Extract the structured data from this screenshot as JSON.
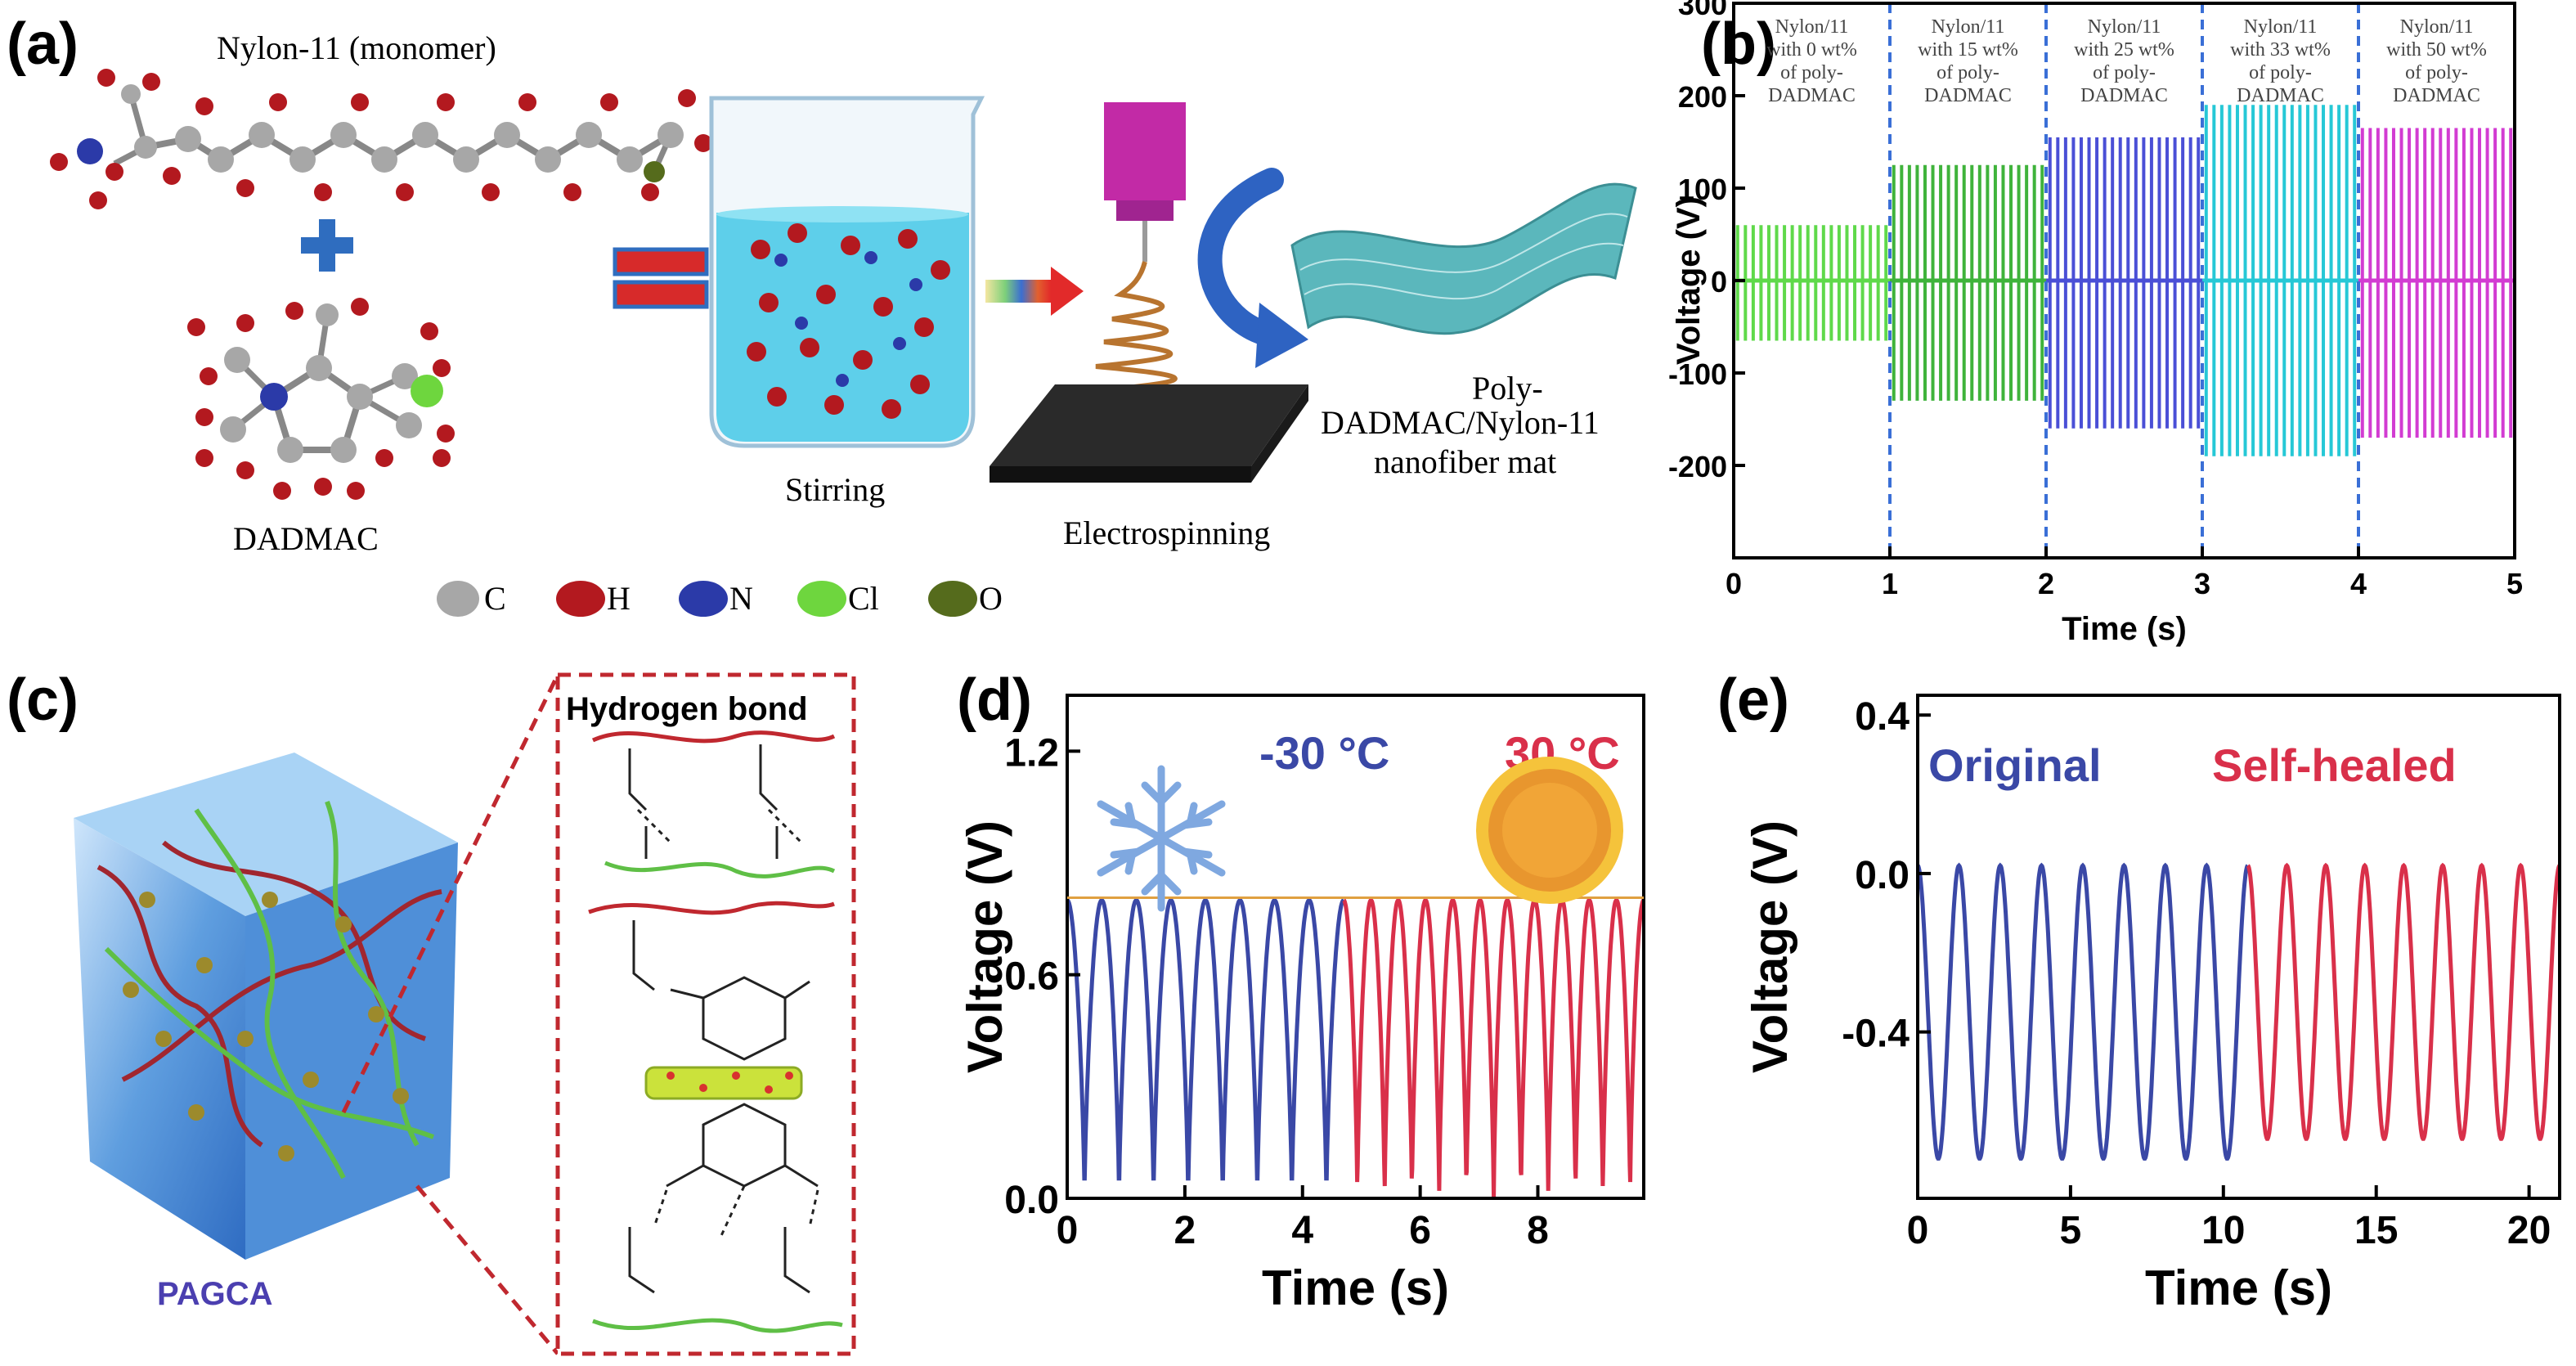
{
  "figure": {
    "panel_labels": {
      "a": "(a)",
      "b": "(b)",
      "c": "(c)",
      "d": "(d)",
      "e": "(e)"
    }
  },
  "panel_a": {
    "monomer_label": "Nylon-11 (monomer)",
    "dadmac_label": "DADMAC",
    "stirring_label": "Stirring",
    "electrospinning_label": "Electrospinning",
    "mat_label_lines": [
      "Poly-",
      "DADMAC/Nylon-11",
      "nanofiber mat"
    ],
    "legend": [
      {
        "symbol": "C",
        "color": "#a7a7a7"
      },
      {
        "symbol": "H",
        "color": "#b3191f"
      },
      {
        "symbol": "N",
        "color": "#2b3aa8"
      },
      {
        "symbol": "Cl",
        "color": "#6ed63e"
      },
      {
        "symbol": "O",
        "color": "#556b1c"
      }
    ]
  },
  "panel_c": {
    "hbond_title": "Hydrogen bond",
    "material_label": "PAGCA"
  },
  "chart_data": [
    {
      "panel": "b",
      "type": "line",
      "xlabel": "Time (s)",
      "ylabel": "Voltage (V)",
      "xlim": [
        0,
        5
      ],
      "ylim": [
        -300,
        300
      ],
      "xticks": [
        "0",
        "1",
        "2",
        "3",
        "4",
        "5"
      ],
      "yticks": [
        "300",
        "200",
        "100",
        "0",
        "-100",
        "-200"
      ],
      "segments": [
        {
          "label_lines": [
            "Nylon/11",
            "with 0 wt%",
            "of poly-",
            "DADMAC"
          ],
          "x_start": 0,
          "x_end": 1,
          "peak_pos": 60,
          "peak_neg": -65,
          "color": "#5fd94a"
        },
        {
          "label_lines": [
            "Nylon/11",
            "with 15 wt%",
            "of poly-",
            "DADMAC"
          ],
          "x_start": 1,
          "x_end": 2,
          "peak_pos": 125,
          "peak_neg": -130,
          "color": "#3fb33b"
        },
        {
          "label_lines": [
            "Nylon/11",
            "with 25 wt%",
            "of poly-",
            "DADMAC"
          ],
          "x_start": 2,
          "x_end": 3,
          "peak_pos": 155,
          "peak_neg": -160,
          "color": "#4a4fd6"
        },
        {
          "label_lines": [
            "Nylon/11",
            "with 33 wt%",
            "of poly-",
            "DADMAC"
          ],
          "x_start": 3,
          "x_end": 4,
          "peak_pos": 190,
          "peak_neg": -190,
          "color": "#26c8d6"
        },
        {
          "label_lines": [
            "Nylon/11",
            "with 50 wt%",
            "of poly-",
            "DADMAC"
          ],
          "x_start": 4,
          "x_end": 5,
          "peak_pos": 165,
          "peak_neg": -170,
          "color": "#d23cd2"
        }
      ]
    },
    {
      "panel": "d",
      "type": "line",
      "xlabel": "Time (s)",
      "ylabel": "Voltage (V)",
      "xlim": [
        0,
        9.8
      ],
      "ylim": [
        0,
        1.35
      ],
      "xticks": [
        "0",
        "2",
        "4",
        "6",
        "8"
      ],
      "yticks": [
        "0.0",
        "0.6",
        "1.2"
      ],
      "annotations": [
        "-30 °C",
        "30 °C"
      ],
      "series": [
        {
          "name": "-30 °C",
          "x_start": 0,
          "x_end": 4.7,
          "cycles": 8,
          "max": 0.8,
          "min": 0.0,
          "color": "#3a48a6"
        },
        {
          "name": "30 °C",
          "x_start": 4.7,
          "x_end": 9.8,
          "cycles": 11,
          "max": 0.8,
          "min": 0.0,
          "color": "#d9304a"
        }
      ]
    },
    {
      "panel": "e",
      "type": "line",
      "xlabel": "Time (s)",
      "ylabel": "Voltage (V)",
      "xlim": [
        0,
        21
      ],
      "ylim": [
        -0.82,
        0.45
      ],
      "xticks": [
        "0",
        "5",
        "10",
        "15",
        "20"
      ],
      "yticks": [
        "0.4",
        "0.0",
        "-0.4"
      ],
      "series": [
        {
          "name": "Original",
          "x_start": 0,
          "x_end": 10.8,
          "cycles": 8,
          "max": 0.02,
          "min": -0.72,
          "color": "#3a48a6"
        },
        {
          "name": "Self-healed",
          "x_start": 10.8,
          "x_end": 21,
          "cycles": 8,
          "max": 0.02,
          "min": -0.67,
          "color": "#d9304a"
        }
      ]
    }
  ]
}
